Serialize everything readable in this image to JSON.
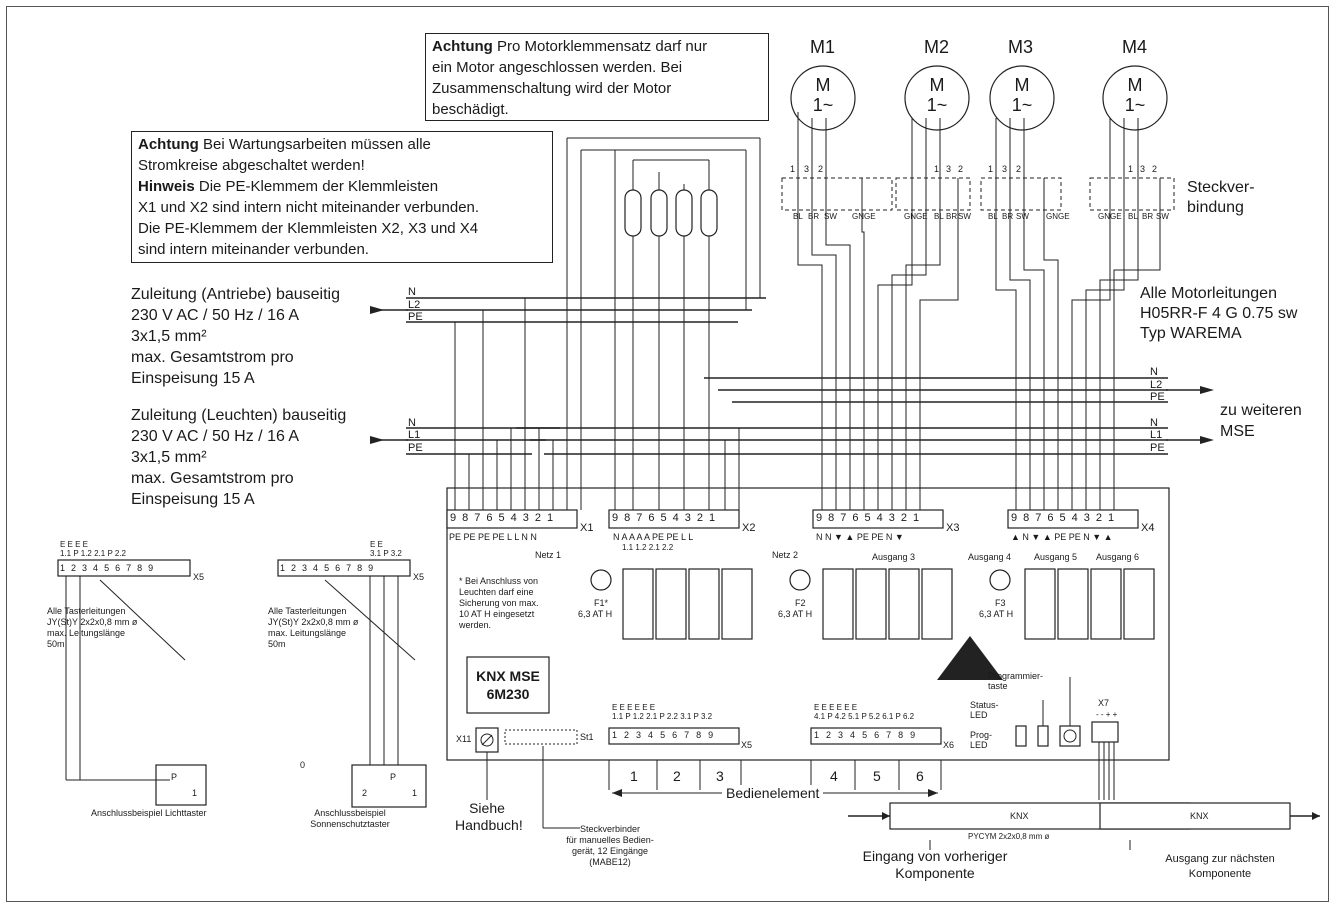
{
  "notes": {
    "motor": {
      "label": "Achtung",
      "lines": [
        "Pro Motorklemmensatz darf nur",
        "ein Motor angeschlossen werden. Bei",
        "Zusammenschaltung wird der Motor",
        "beschädigt."
      ]
    },
    "service": {
      "label": "Achtung",
      "line1": "Bei Wartungsarbeiten müssen alle",
      "line2": "Stromkreise abgeschaltet werden!",
      "hint_label": "Hinweis",
      "hint1": "Die PE-Klemmem der Klemmleisten",
      "hint2": "X1 und X2 sind intern nicht miteinander verbunden.",
      "hint3": "Die PE-Klemmem der Klemmleisten X2, X3 und X4",
      "hint4": "sind intern miteinander verbunden."
    }
  },
  "supply": {
    "drives": [
      "Zuleitung (Antriebe) bauseitig",
      "230 V AC / 50 Hz / 16 A",
      "3x1,5 mm²",
      "max. Gesamtstrom pro",
      "Einspeisung 15 A"
    ],
    "drives_wires": [
      "N",
      "L2",
      "PE"
    ],
    "lights": [
      "Zuleitung (Leuchten) bauseitig",
      "230 V AC / 50 Hz / 16 A",
      "3x1,5 mm²",
      "max. Gesamtstrom pro",
      "Einspeisung 15 A"
    ],
    "lights_wires": [
      "N",
      "L1",
      "PE"
    ]
  },
  "motors": [
    {
      "name": "M1",
      "symbol": "M",
      "phase": "1~"
    },
    {
      "name": "M2",
      "symbol": "M",
      "phase": "1~"
    },
    {
      "name": "M3",
      "symbol": "M",
      "phase": "1~"
    },
    {
      "name": "M4",
      "symbol": "M",
      "phase": "1~"
    }
  ],
  "motor_pins": [
    "1",
    "3",
    "2"
  ],
  "connector_labels": {
    "bl": "BL",
    "br": "BR",
    "sw": "SW",
    "gnge": "GNGE"
  },
  "right_text": {
    "steck": [
      "Steckver-",
      "bindung"
    ],
    "cables": [
      "Alle Motorleitungen",
      "H05RR-F 4 G 0.75 sw",
      "Typ WAREMA"
    ],
    "further": [
      "zu weiteren",
      "MSE"
    ],
    "out_wires_top": [
      "N",
      "L2",
      "PE"
    ],
    "out_wires_bottom": [
      "N",
      "L1",
      "PE"
    ]
  },
  "terminals": {
    "numbers": [
      "9",
      "8",
      "7",
      "6",
      "5",
      "4",
      "3",
      "2",
      "1"
    ],
    "x1": "X1",
    "x2": "X2",
    "x3": "X3",
    "x4": "X4",
    "x1_labels": "PE PE PE PE L   L   N   N",
    "x2_labels": "N  A   A   A   A  PE PE  L   L",
    "x2_sub": "1.1 1.2 2.1 2.2",
    "x3_labels": "N   N   ▼  ▲ PE PE  N  ▼",
    "x4_labels": "▲  N  ▼  ▲ PE PE  N  ▼  ▲"
  },
  "sections": {
    "netz1": "Netz 1",
    "netz2": "Netz 2",
    "ausgang3": "Ausgang 3",
    "ausgang4": "Ausgang 4",
    "ausgang5": "Ausgang 5",
    "ausgang6": "Ausgang 6"
  },
  "fuses": [
    {
      "name": "F1*",
      "rating": "6,3 AT H"
    },
    {
      "name": "F2",
      "rating": "6,3 AT H"
    },
    {
      "name": "F3",
      "rating": "6,3 AT H"
    }
  ],
  "fuse_note": [
    "* Bei Anschluss von",
    "Leuchten darf eine",
    "Sicherung von max.",
    "10 AT H eingesetzt",
    "werden."
  ],
  "device": {
    "line1": "KNX MSE",
    "line2": "6M230"
  },
  "inputs": {
    "numbers": [
      "1",
      "2",
      "3",
      "4",
      "5",
      "6",
      "7",
      "8",
      "9"
    ],
    "x5": "X5",
    "x6": "X6",
    "x5_labels_top": "E       E  E       E  E       E",
    "x5_labels": "1.1 P 1.2 2.1 P 2.2 3.1 P 3.2",
    "x6_labels_top": "E       E  E       E  E       E",
    "x6_labels": "4.1 P 4.2 5.1 P 5.2 6.1 P 6.2",
    "x11": "X11",
    "st1": "St1",
    "groups": [
      "1",
      "2",
      "3",
      "4",
      "5",
      "6"
    ],
    "bedienelement": "Bedienelement"
  },
  "leds": {
    "prog_taste": [
      "Programmier-",
      "taste"
    ],
    "status": [
      "Status-",
      "LED"
    ],
    "prog": [
      "Prog-",
      "LED"
    ],
    "x7": "X7",
    "x7_pins": "- - + +"
  },
  "knx": {
    "bus_left": "KNX",
    "bus_right": "KNX",
    "cable": "PYCYM 2x2x0,8 mm ø",
    "in": [
      "Eingang von vorheriger",
      "Komponente"
    ],
    "out": [
      "Ausgang zur nächsten",
      "Komponente"
    ]
  },
  "manual": {
    "siehe": [
      "Siehe",
      "Handbuch!"
    ],
    "steck": [
      "Steckverbinder",
      "für manuelles Bedien-",
      "gerät, 12 Eingänge",
      "(MABE12)"
    ]
  },
  "examples": {
    "left": {
      "top_e": "E       E  E       E",
      "top": "1.1 P 1.2 2.1 P 2.2",
      "x5": "X5",
      "cable": [
        "Alle Tasterleitungen",
        "JY(St)Y 2x2x0,8 mm ø",
        "max. Leitungslänge",
        "50m"
      ],
      "caption": "Anschlussbeispiel Lichttaster",
      "p": "P",
      "one": "1"
    },
    "right": {
      "top_e": "E       E",
      "top": "3.1 P 3.2",
      "x5": "X5",
      "cable": [
        "Alle Tasterleitungen",
        "JY(St)Y 2x2x0,8 mm ø",
        "max. Leitungslänge",
        "50m"
      ],
      "caption": [
        "Anschlussbeispiel",
        "Sonnenschutztaster"
      ],
      "p": "P",
      "two": "2",
      "one": "1",
      "zero": "0"
    }
  }
}
